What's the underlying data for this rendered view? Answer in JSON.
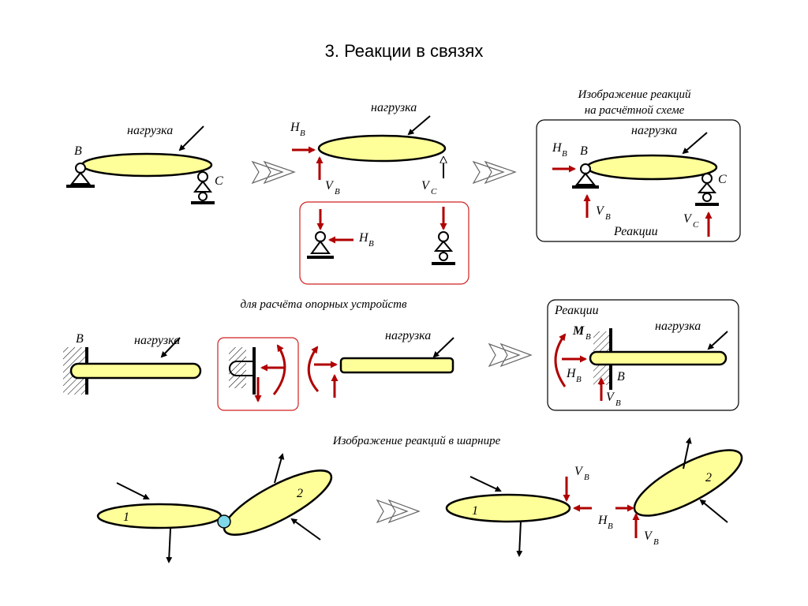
{
  "title": "3. Реакции в связях",
  "labels": {
    "load": "нагрузка",
    "B": "B",
    "C": "C",
    "H": "H",
    "V": "V",
    "M": "M",
    "sub_B": "B",
    "sub_C": "C",
    "reactions": "Реакции",
    "scheme_caption_line1": "Изображение реакций",
    "scheme_caption_line2": "на расчётной схеме",
    "support_caption": "для расчёта опорных устройств",
    "hinge_caption": "Изображение реакций в шарнире",
    "part1": "1",
    "part2": "2"
  },
  "colors": {
    "beam_fill": "#ffff99",
    "reaction_arrow": "#b00000",
    "hinge_fill": "#7fd8e8",
    "frame_red": "#d02020"
  }
}
